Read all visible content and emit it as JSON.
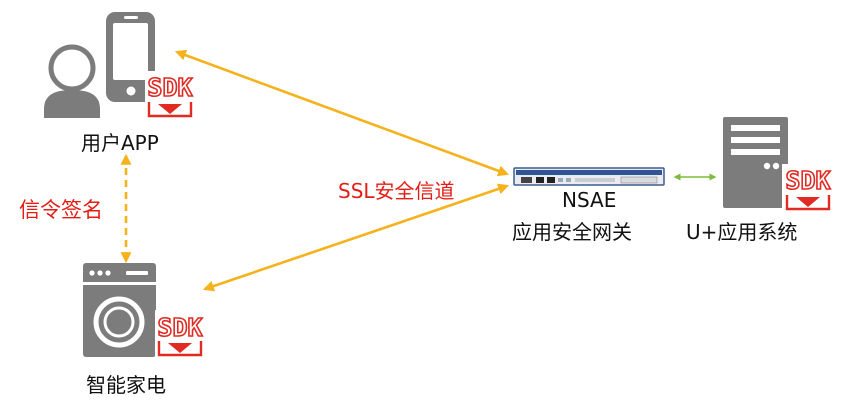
{
  "colors": {
    "icon_gray": "#7c7c7c",
    "sdk_red": "#e02a22",
    "arrow_orange": "#f5b21c",
    "link_green": "#7dbb3c",
    "label_red": "#e41e14",
    "text_dark": "#111111"
  },
  "icons": {
    "user": "user-silhouette-icon",
    "phone": "smartphone-icon",
    "sdk": "sdk-download-icon",
    "appliance": "washing-machine-icon",
    "gateway": "rack-server-appliance-icon",
    "server": "tower-server-icon"
  },
  "nodes": {
    "user_app": {
      "label": "用户APP",
      "sdk": "SDK"
    },
    "appliance": {
      "label": "智能家电",
      "sdk": "SDK"
    },
    "gateway": {
      "name": "NSAE",
      "label": "应用安全网关"
    },
    "system": {
      "label": "U+应用系统",
      "sdk": "SDK"
    }
  },
  "edges": {
    "signing": {
      "label": "信令签名"
    },
    "ssl": {
      "label": "SSL安全信道"
    }
  }
}
